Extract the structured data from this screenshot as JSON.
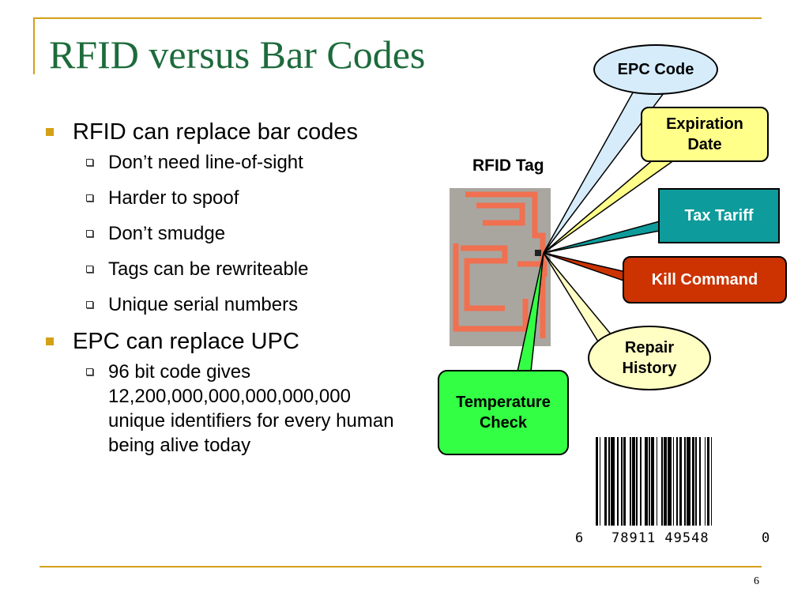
{
  "slide": {
    "title": "RFID versus Bar Codes",
    "page_number": "6",
    "accent_color": "#d4a017",
    "title_color": "#1d6b3c"
  },
  "bullets": [
    {
      "text": "RFID can replace bar codes",
      "sub": [
        "Don’t need line-of-sight",
        "Harder to spoof",
        "Don’t smudge",
        "Tags can be rewriteable",
        "Unique serial numbers"
      ]
    },
    {
      "text": "EPC can replace UPC",
      "sub": [
        "96 bit code gives 12,200,000,000,000,000,000 unique identifiers for every human being alive today"
      ]
    }
  ],
  "diagram": {
    "tag_label": "RFID Tag",
    "callouts": {
      "epc": "EPC Code",
      "expiration": [
        "Expiration",
        "Date"
      ],
      "tax": "Tax Tariff",
      "kill": "Kill Command",
      "repair": [
        "Repair",
        "History"
      ],
      "temperature": [
        "Temperature",
        "Check"
      ]
    },
    "colors": {
      "epc": "#d6ecfb",
      "expiration": "#ffff8a",
      "tax": "#0e9b9b",
      "kill": "#cc3300",
      "repair": "#ffffc4",
      "temperature": "#33ff44",
      "tag_antenna": "#f07050"
    }
  },
  "barcode": {
    "leading_digit": "6",
    "middle_digits": "78911 49548",
    "trailing_digit": "0"
  }
}
